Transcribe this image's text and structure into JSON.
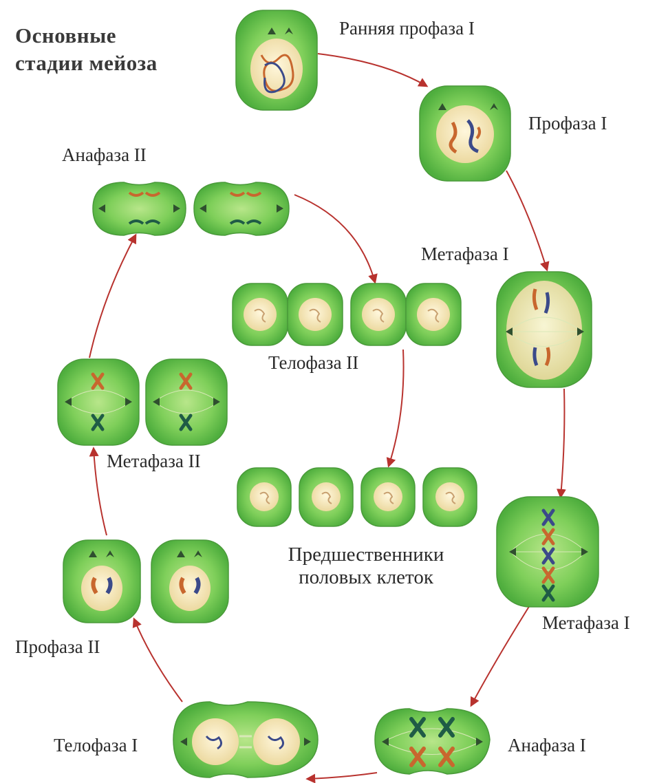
{
  "title_line1": "Основные",
  "title_line2": "стадии мейоза",
  "stages": {
    "early_prophase_1": "Ранняя профаза I",
    "prophase_1": "Профаза I",
    "metaphase_1_top": "Метафаза I",
    "metaphase_1_bottom": "Метафаза I",
    "anaphase_1": "Анафаза I",
    "telophase_1": "Телофаза I",
    "prophase_2": "Профаза II",
    "metaphase_2": "Метафаза II",
    "anaphase_2": "Анафаза II",
    "telophase_2": "Телофаза II",
    "precursors_line1": "Предшественники",
    "precursors_line2": "половых клеток"
  },
  "colors": {
    "cell_outer": "#5fbf4a",
    "cell_inner": "#9fdc72",
    "nucleus": "#f6e8b8",
    "chrom_orange": "#c8672e",
    "chrom_blue": "#3b4a8a",
    "chrom_green": "#1f5b46",
    "arrow": "#b8322e"
  }
}
